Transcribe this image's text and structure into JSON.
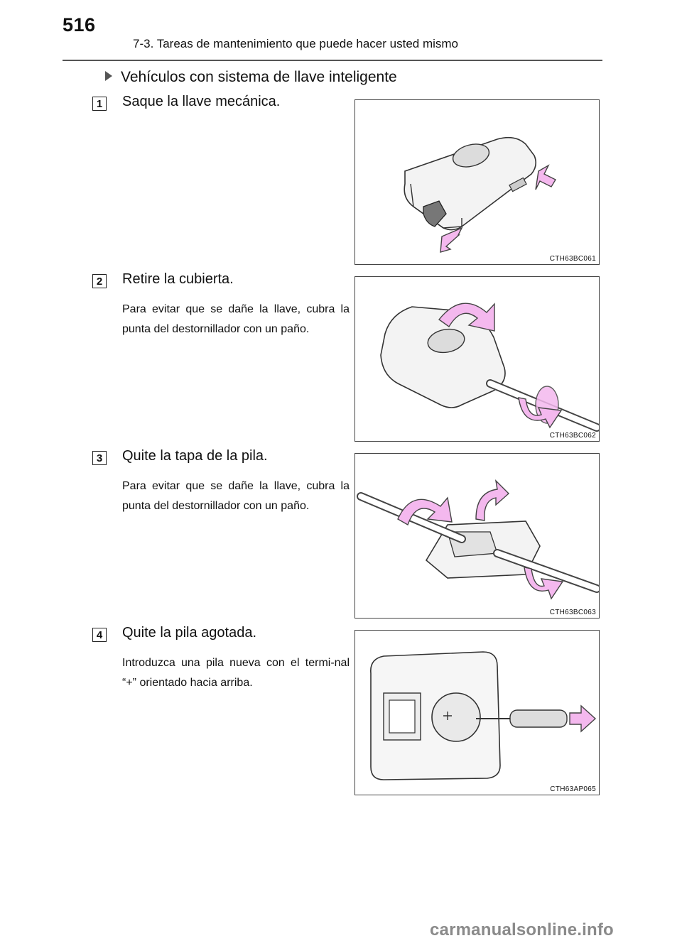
{
  "header": {
    "page_number": "516",
    "section_title": "7-3. Tareas de mantenimiento que puede hacer usted mismo"
  },
  "subheading": "Vehículos con sistema de llave inteligente",
  "steps": [
    {
      "number": "1",
      "title": "Saque la llave mecánica.",
      "note": "",
      "figure_code": "CTH63BC061",
      "figure_icon": "smart-key-mechanical-key-removal"
    },
    {
      "number": "2",
      "title": "Retire la cubierta.",
      "note": "Para evitar que se dañe la llave, cubra la punta del destornillador con un paño.",
      "figure_code": "CTH63BC062",
      "figure_icon": "smart-key-cover-removal"
    },
    {
      "number": "3",
      "title": "Quite la tapa de la pila.",
      "note": "Para evitar que se dañe la llave, cubra la punta del destornillador con un paño.",
      "figure_code": "CTH63BC063",
      "figure_icon": "battery-cover-removal"
    },
    {
      "number": "4",
      "title": "Quite la pila agotada.",
      "note": "Introduzca una pila nueva con el termi-nal “+” orientado hacia arriba.",
      "figure_code": "CTH63AP065",
      "figure_icon": "battery-replacement"
    }
  ],
  "footer": {
    "watermark": "carmanualsonline.info"
  },
  "colors": {
    "arrow_fill": "#f4b8ee",
    "arrow_stroke": "#444444"
  }
}
